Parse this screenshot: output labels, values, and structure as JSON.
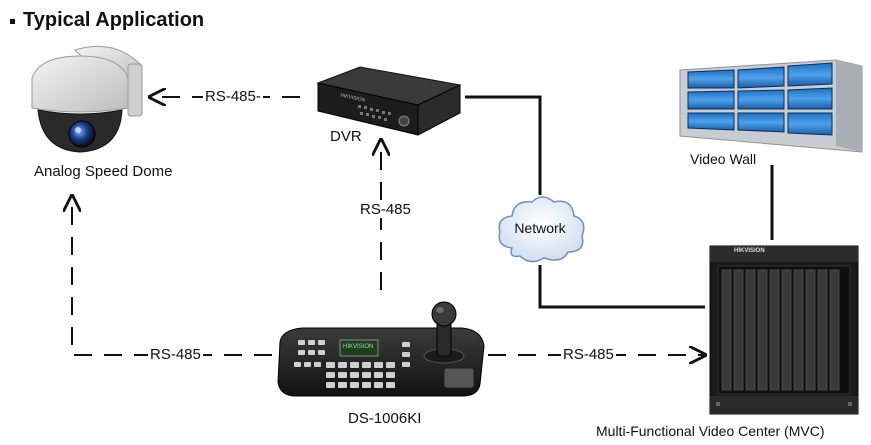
{
  "title": "Typical Application",
  "devices": {
    "dome": "Analog Speed Dome",
    "dvr": "DVR",
    "wall": "Video Wall",
    "keyboard": "DS-1006KI",
    "mvc": "Multi-Functional Video Center (MVC)",
    "network": "Network"
  },
  "links": {
    "dvr_to_dome": "RS-485-",
    "keyboard_to_dvr": "RS-485",
    "keyboard_to_dome": "RS-485",
    "keyboard_to_mvc": "RS-485"
  },
  "branding": {
    "dvr_brand": "HIKVISION",
    "keyboard_brand": "HIKVISION",
    "mvc_brand": "HIKVISION"
  }
}
